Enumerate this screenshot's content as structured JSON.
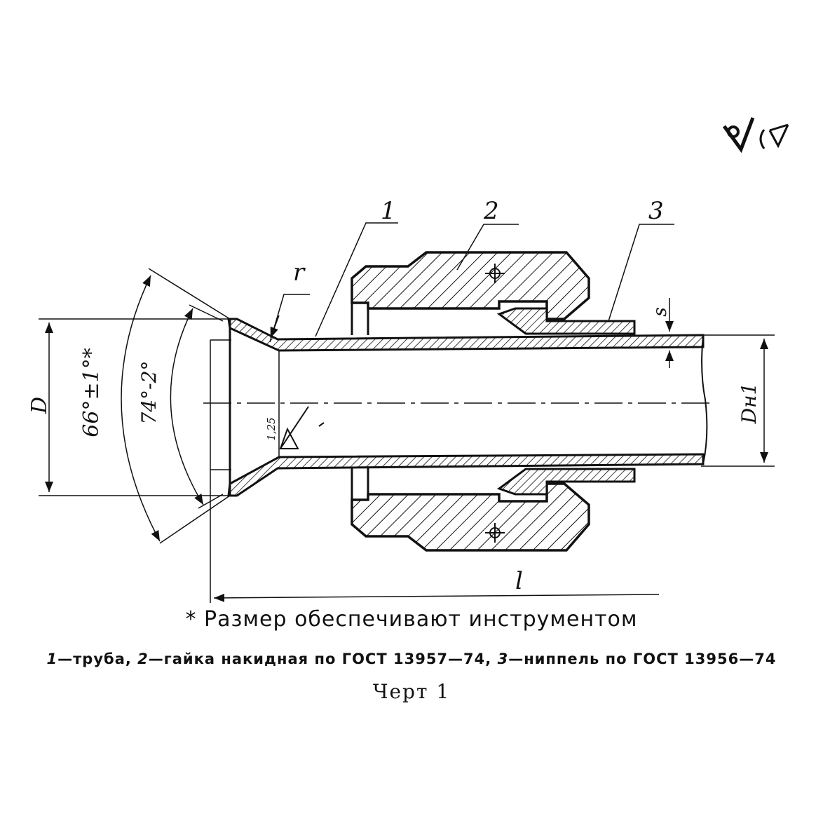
{
  "labels": {
    "part1": "1",
    "part2": "2",
    "part3": "3",
    "radius": "r",
    "wall": "s",
    "D": "D",
    "DH1": "Dн1",
    "length": "l",
    "angle_outer": "66°±1°*",
    "angle_inner": "74°-2°",
    "roughness": "1,25"
  },
  "captions": {
    "note": "* Размер обеспечивают инструментом",
    "legend_n1": "1",
    "legend_t1": "—труба, ",
    "legend_n2": "2",
    "legend_t2": "—гайка накидная по ГОСТ 13957—74, ",
    "legend_n3": "3",
    "legend_t3": "—ниппель по ГОСТ 13956—74",
    "figure": "Черт 1"
  },
  "icons": {
    "surface_mark": "surface-roughness-icon"
  }
}
